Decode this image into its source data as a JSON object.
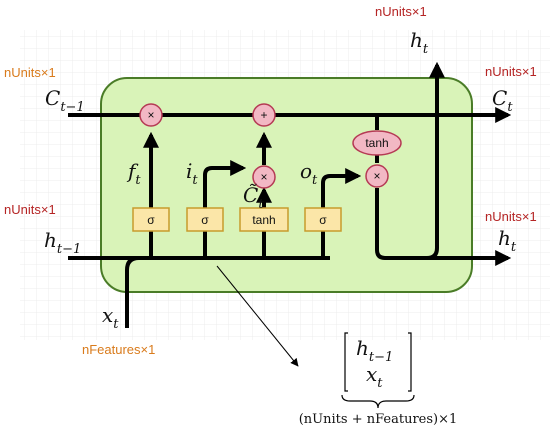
{
  "dims": {
    "c_in": "nUnits×1",
    "c_out": "nUnits×1",
    "h_in": "nUnits×1",
    "h_out": "nUnits×1",
    "h_top": "nUnits×1",
    "x_in": "nFeatures×1"
  },
  "vars": {
    "c_prev": {
      "base": "C",
      "sub": "t−1"
    },
    "c_t": {
      "base": "C",
      "sub": "t"
    },
    "h_prev": {
      "base": "h",
      "sub": "t−1"
    },
    "h_t_top": {
      "base": "h",
      "sub": "t"
    },
    "h_t_right": {
      "base": "h",
      "sub": "t"
    },
    "x_t": {
      "base": "x",
      "sub": "t"
    },
    "f_t": {
      "base": "f",
      "sub": "t"
    },
    "i_t": {
      "base": "i",
      "sub": "t"
    },
    "c_tilde": {
      "base": "C̃",
      "sub": "t"
    },
    "o_t": {
      "base": "o",
      "sub": "t"
    }
  },
  "ops": {
    "mult": "×",
    "add": "+",
    "tanh": "tanh"
  },
  "gates": {
    "sigma": "σ",
    "tanh": "tanh"
  },
  "concat": {
    "top": {
      "base": "h",
      "sub": "t−1"
    },
    "bottom": {
      "base": "x",
      "sub": "t"
    },
    "size": "(nUnits + nFeatures)×1"
  }
}
